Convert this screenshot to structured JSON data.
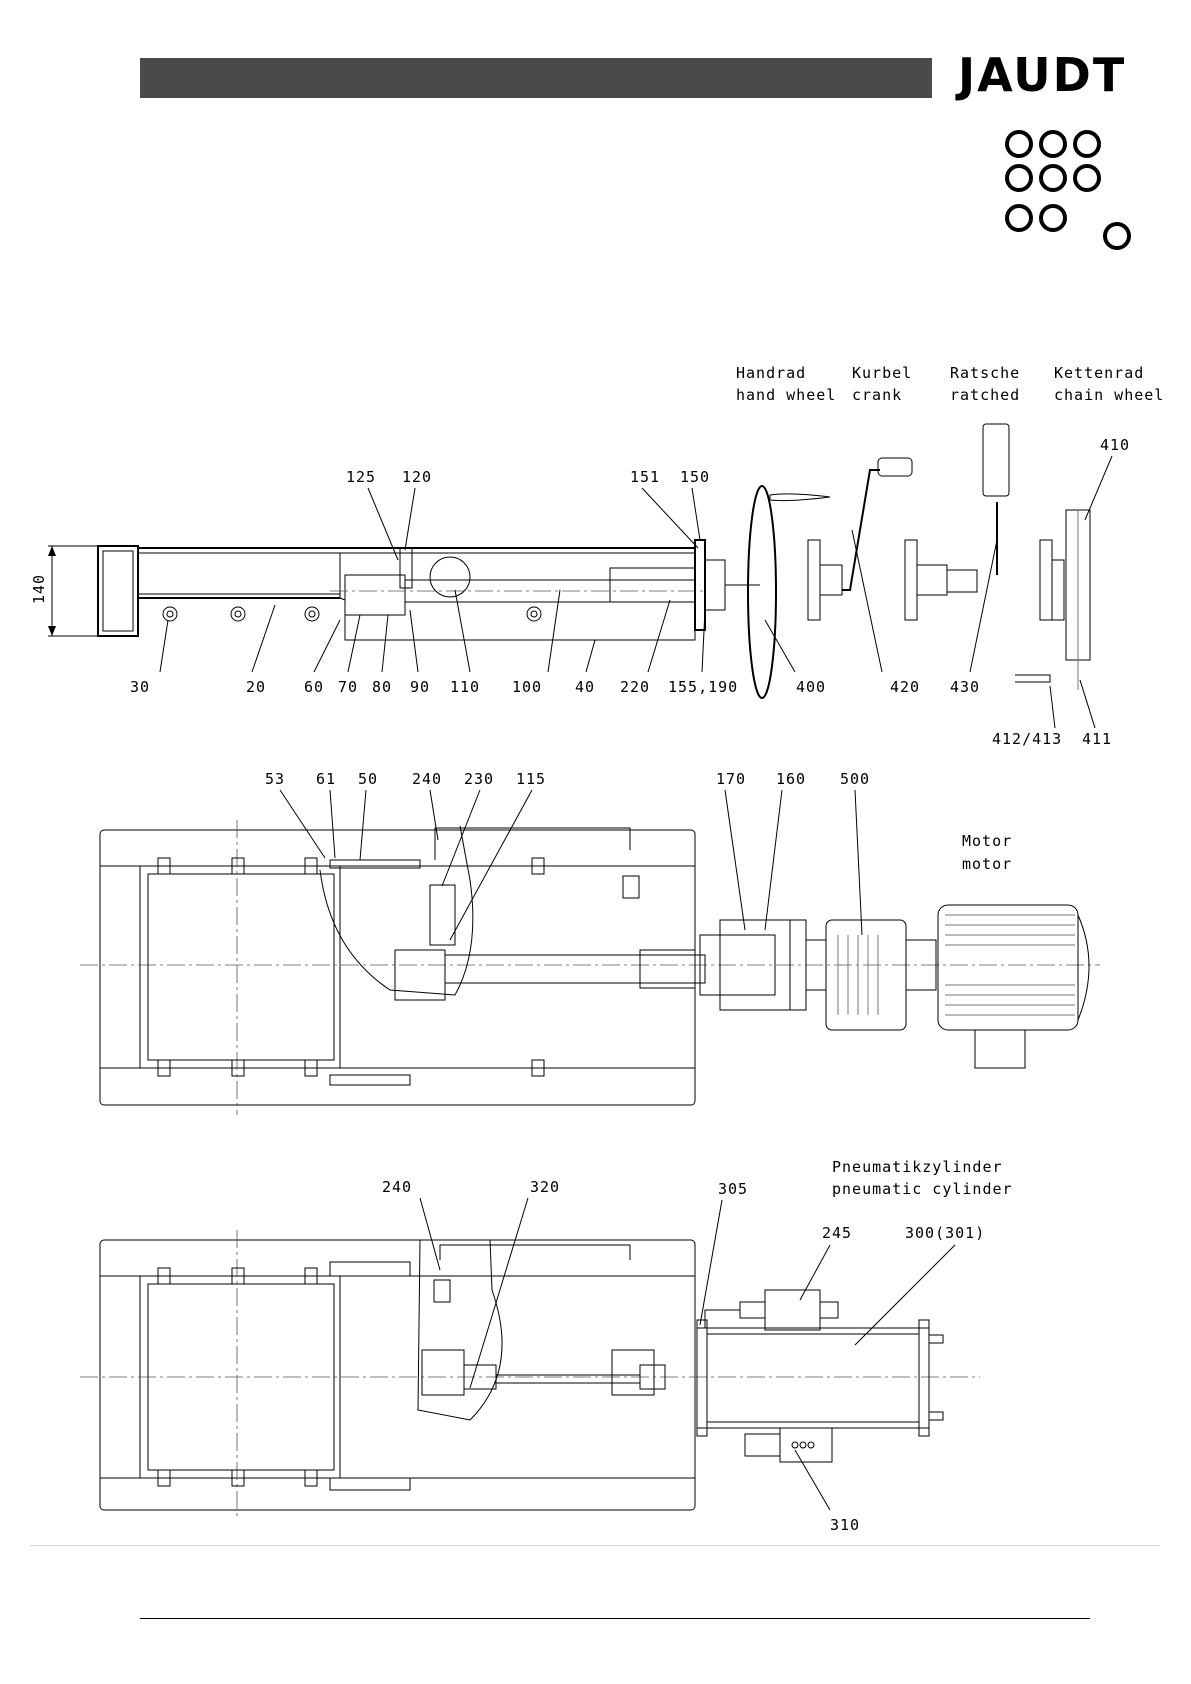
{
  "header": {
    "logo_text": "JAUDT"
  },
  "colors": {
    "header_bar": "#4a4a4a",
    "ink": "#000000"
  },
  "drive_options": [
    {
      "de": "Handrad",
      "en": "hand wheel"
    },
    {
      "de": "Kurbel",
      "en": "crank"
    },
    {
      "de": "Ratsche",
      "en": "ratched"
    },
    {
      "de": "Kettenrad",
      "en": "chain wheel"
    }
  ],
  "view1": {
    "dimension": "140",
    "labels": {
      "l30": "30",
      "l20": "20",
      "l60": "60",
      "l70": "70",
      "l80": "80",
      "l90": "90",
      "l110": "110",
      "l100": "100",
      "l40": "40",
      "l220": "220",
      "l155_190": "155,190",
      "l400": "400",
      "l420": "420",
      "l430": "430",
      "l412_413": "412/413",
      "l411": "411",
      "l125": "125",
      "l120": "120",
      "l151": "151",
      "l150": "150",
      "l410": "410"
    }
  },
  "view2": {
    "motor_de": "Motor",
    "motor_en": "motor",
    "labels": {
      "l53": "53",
      "l61": "61",
      "l50": "50",
      "l240": "240",
      "l230": "230",
      "l115": "115",
      "l170": "170",
      "l160": "160",
      "l500": "500"
    }
  },
  "view3": {
    "cyl_de": "Pneumatikzylinder",
    "cyl_en": "pneumatic cylinder",
    "labels": {
      "l240": "240",
      "l320": "320",
      "l305": "305",
      "l245": "245",
      "l300": "300(301)",
      "l310": "310"
    }
  }
}
